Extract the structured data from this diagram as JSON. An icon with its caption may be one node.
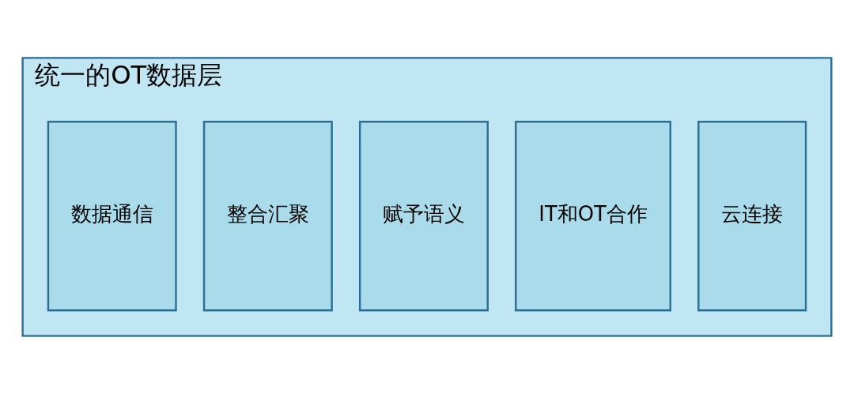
{
  "diagram": {
    "nodes": [
      {
        "text": [
          "统一的OT数据层"
        ]
      },
      {
        "text": [
          "数据通信"
        ],
        "in": 0
      },
      {
        "text": [
          "整合汇聚"
        ],
        "in": 0
      },
      {
        "text": [
          "赋予语义"
        ],
        "in": 0
      },
      {
        "text": [
          "IT和OT合作"
        ],
        "in": 0
      },
      {
        "text": [
          "云连接"
        ],
        "in": 0
      }
    ]
  }
}
